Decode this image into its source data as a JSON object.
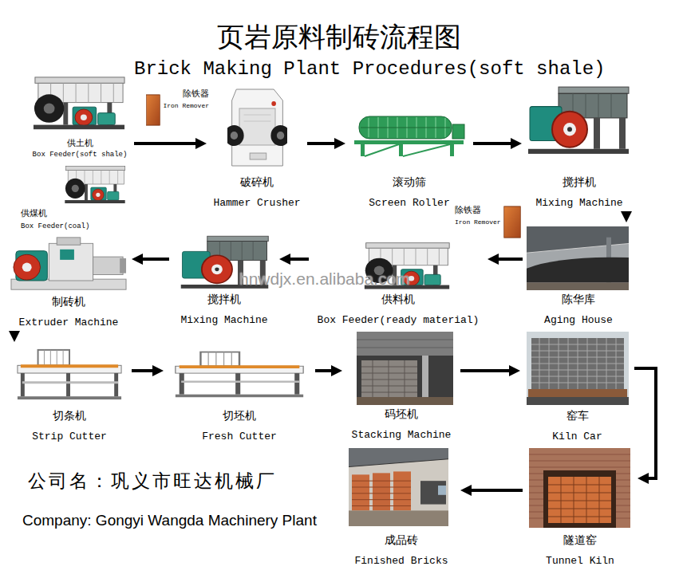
{
  "diagram": {
    "title": "页岩原料制砖流程图",
    "nodes": [
      {
        "text": [
          "供土机",
          "Box Feeder(soft shale)"
        ]
      },
      {
        "text": [
          "除铁器",
          "Iron Remover"
        ]
      },
      {
        "text": [
          "破碎机",
          "Hammer Crusher"
        ]
      },
      {
        "text": [
          "滚动筛",
          "Screen Roller"
        ]
      },
      {
        "text": [
          "搅拌机",
          "Mixing Machine"
        ]
      },
      {
        "text": [
          "供煤机",
          "Box Feeder(coal)"
        ]
      },
      {
        "text": [
          "除铁器",
          "Iron Remover"
        ]
      },
      {
        "text": [
          "制砖机",
          "Extruder Machine"
        ]
      },
      {
        "text": [
          "搅拌机",
          "Mixing Machine"
        ]
      },
      {
        "text": [
          "供料机",
          "Box Feeder(ready material)"
        ]
      },
      {
        "text": [
          "陈华库",
          "Aging House"
        ]
      },
      {
        "text": [
          "切条机",
          "Strip Cutter"
        ]
      },
      {
        "text": [
          "切坯机",
          "Fresh Cutter"
        ]
      },
      {
        "text": [
          "码坯机",
          "Stacking Machine"
        ]
      },
      {
        "text": [
          "窑车",
          "Kiln Car"
        ]
      },
      {
        "text": [
          "成品砖",
          "Finished Bricks"
        ]
      },
      {
        "text": [
          "隧道窑",
          "Tunnel Kiln"
        ]
      }
    ],
    "edges": [
      {
        "from": 0,
        "to": 2,
        "arrow": "to"
      },
      {
        "from": 2,
        "to": 3,
        "arrow": "to"
      },
      {
        "from": 3,
        "to": 4,
        "arrow": "to"
      },
      {
        "from": 4,
        "to": 10,
        "arrow": "to"
      },
      {
        "from": 10,
        "to": 9,
        "arrow": "to"
      },
      {
        "from": 9,
        "to": 8,
        "arrow": "to"
      },
      {
        "from": 8,
        "to": 7,
        "arrow": "to"
      },
      {
        "from": 7,
        "to": 11,
        "arrow": "to"
      },
      {
        "from": 11,
        "to": 12,
        "arrow": "to"
      },
      {
        "from": 12,
        "to": 13,
        "arrow": "to"
      },
      {
        "from": 13,
        "to": 14,
        "arrow": "to"
      },
      {
        "from": 14,
        "to": 16,
        "arrow": "to"
      },
      {
        "from": 16,
        "to": 15,
        "arrow": "to"
      }
    ],
    "labels": [
      "Brick Making Plant Procedures(soft shale)",
      "公司名：巩义市旺达机械厂",
      "Company: Gongyi Wangda Machinery Plant",
      "hnwdjx.en.alibaba.com"
    ]
  }
}
